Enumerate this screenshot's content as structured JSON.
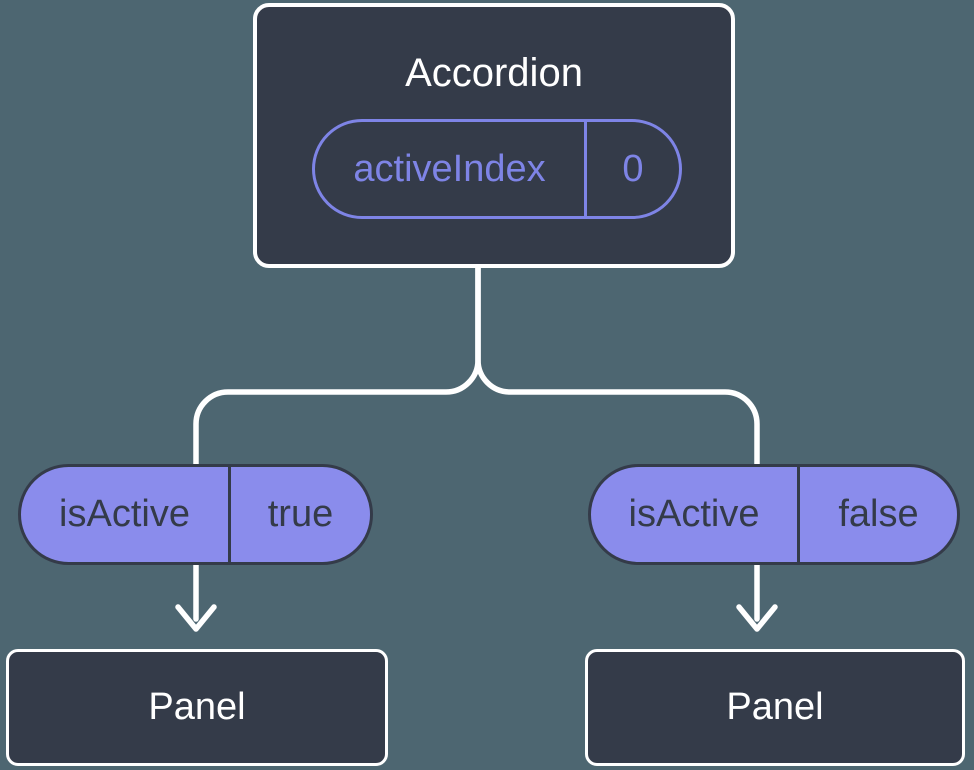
{
  "diagram": {
    "root": {
      "title": "Accordion",
      "state": {
        "name": "activeIndex",
        "value": "0"
      }
    },
    "children": [
      {
        "prop": {
          "name": "isActive",
          "value": "true"
        },
        "title": "Panel"
      },
      {
        "prop": {
          "name": "isActive",
          "value": "false"
        },
        "title": "Panel"
      }
    ]
  },
  "colors": {
    "background": "#4d6671",
    "node_fill": "#343b49",
    "node_border": "#ffffff",
    "prop_pill_fill": "#8a8cec",
    "prop_pill_border": "#343b49",
    "prop_pill_text": "#343b49",
    "state_pill_accent": "#7e84e6",
    "title_text": "#ffffff",
    "connector": "#ffffff"
  }
}
